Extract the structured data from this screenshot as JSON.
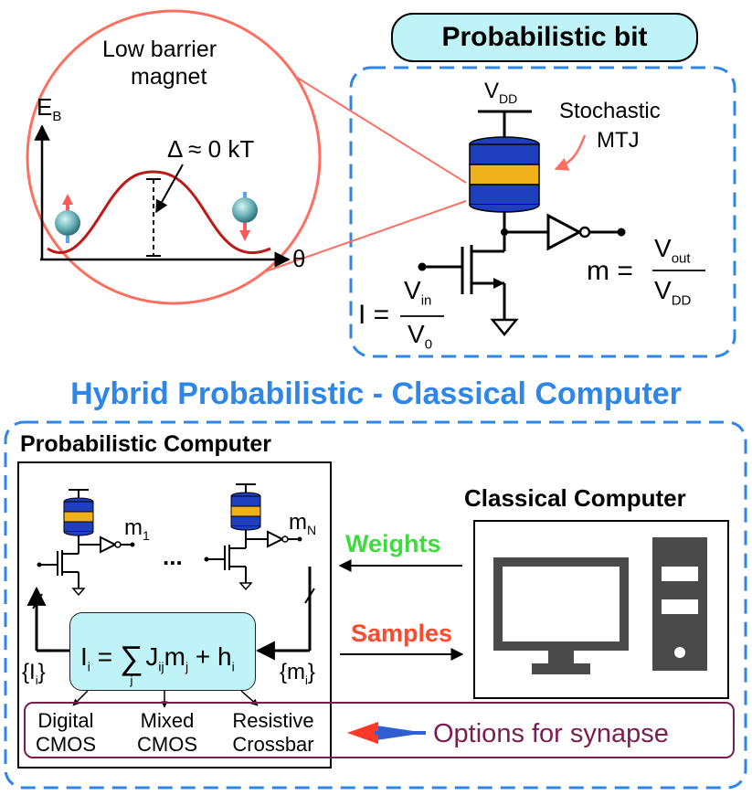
{
  "probabilistic_bit": {
    "title": "Probabilistic bit",
    "supply_label": "V",
    "supply_sub": "DD",
    "mtj_label_line1": "Stochastic",
    "mtj_label_line2": "MTJ",
    "input_eq_lhs": "I =",
    "input_num": "V",
    "input_num_sub": "in",
    "input_den": "V",
    "input_den_sub": "0",
    "output_eq_lhs": "m =",
    "output_num": "V",
    "output_num_sub": "out",
    "output_den": "V",
    "output_den_sub": "DD"
  },
  "magnet_inset": {
    "title_line1": "Low barrier",
    "title_line2": "magnet",
    "y_axis": "E",
    "y_axis_sub": "B",
    "x_axis": "θ",
    "barrier": "Δ ≈ 0 kT"
  },
  "hybrid": {
    "title": "Hybrid Probabilistic - Classical Computer",
    "prob_computer_title": "Probabilistic Computer",
    "classical_computer_title": "Classical Computer",
    "m1": "m",
    "m1_sub": "1",
    "mN": "m",
    "mN_sub": "N",
    "ellipsis": "...",
    "weights": "Weights",
    "samples": "Samples",
    "eq_Ii": "I",
    "eq_Ii_sub": "i",
    "eq_equals": "=",
    "eq_sum": "∑",
    "eq_sum_sub": "j",
    "eq_J": "J",
    "eq_J_sub": "ij",
    "eq_m": "m",
    "eq_m_sub": "j",
    "eq_plus": "+ h",
    "eq_h_sub": "i",
    "left_set": "{I",
    "left_set_sub": "i",
    "left_set_close": "}",
    "right_set": "{m",
    "right_set_sub": "i",
    "right_set_close": "}"
  },
  "synapse": {
    "option1_line1": "Digital",
    "option1_line2": "CMOS",
    "option2_line1": "Mixed",
    "option2_line2": "CMOS",
    "option3_line1": "Resistive",
    "option3_line2": "Crossbar",
    "label": "Options for synapse"
  },
  "colors": {
    "accent_blue": "#2e86e8",
    "mtj_blue": "#1f3fbf",
    "mtj_gold": "#f0b21a",
    "pill_fill": "#bff3f8",
    "magnet_circle": "#ff6f61",
    "energy_curve": "#c01818",
    "weights": "#3ddc3d",
    "samples": "#ff4a2e",
    "synapse": "#7b1d4f"
  }
}
